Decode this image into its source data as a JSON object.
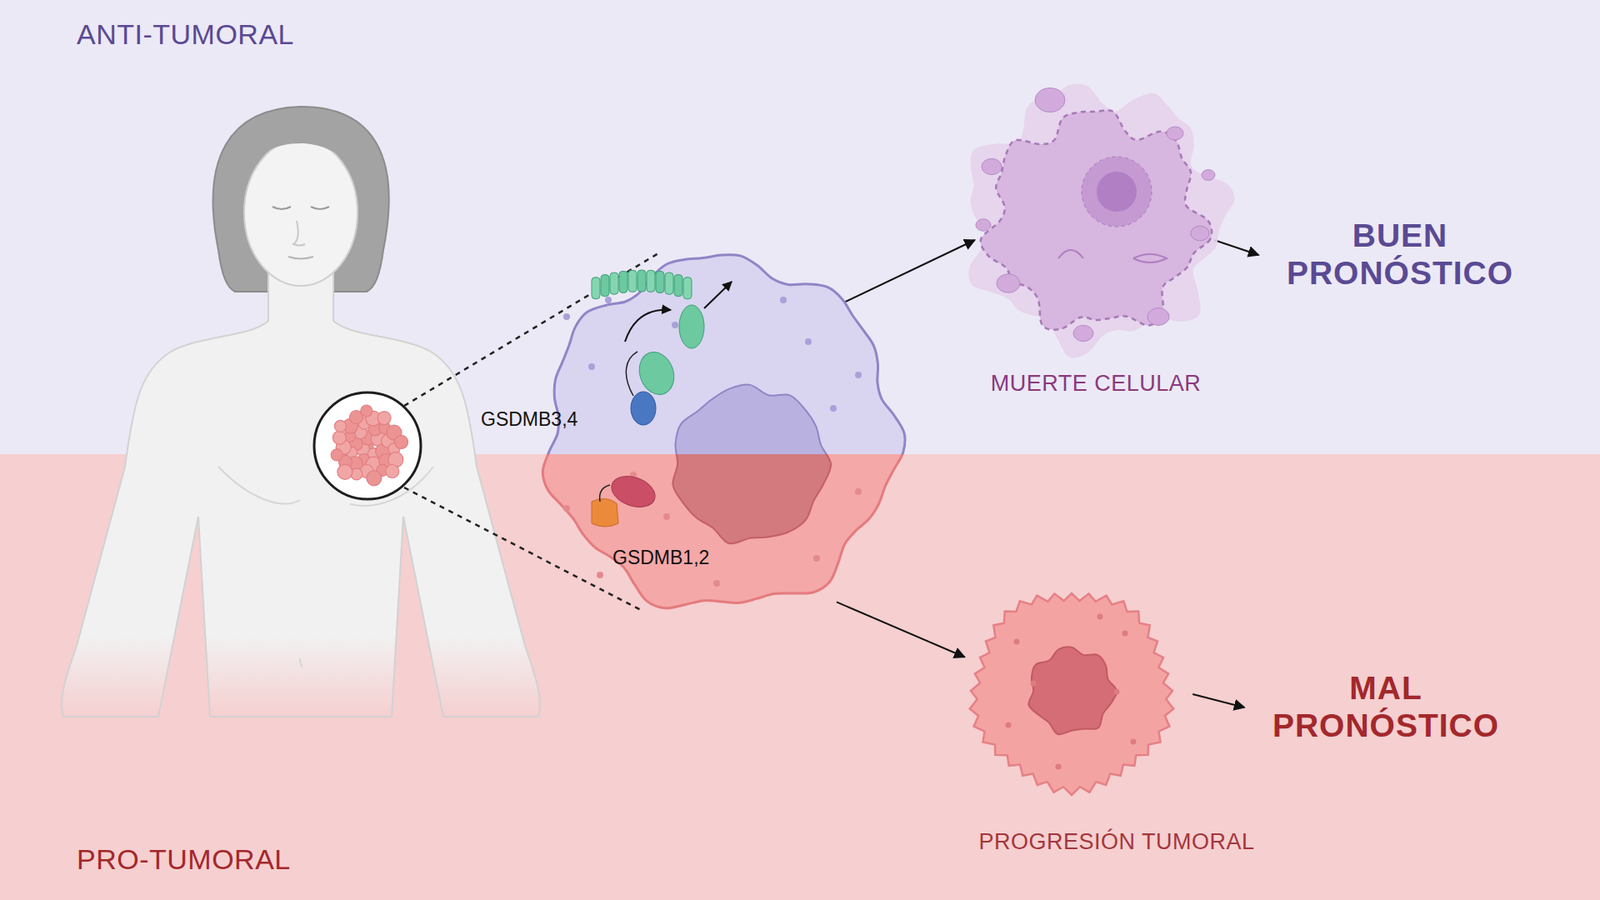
{
  "diagram": {
    "nodes": [
      {
        "text": [
          "GSDMB3,4",
          "GSDMB1,2"
        ]
      },
      {
        "text": [
          "MUERTE CELULAR"
        ]
      },
      {
        "text": [
          "BUEN PRONÓSTICO"
        ]
      },
      {
        "text": [
          "PROGRESIÓN TUMORAL"
        ]
      },
      {
        "text": [
          "MAL PRONÓSTICO"
        ]
      }
    ],
    "edges": [
      {
        "from": 0,
        "to": 1,
        "arrow": "to"
      },
      {
        "from": 1,
        "to": 2,
        "arrow": "to"
      },
      {
        "from": 0,
        "to": 3,
        "arrow": "to"
      },
      {
        "from": 3,
        "to": 4,
        "arrow": "to"
      }
    ],
    "labels": [
      "ANTI-TUMORAL",
      "PRO-TUMORAL"
    ]
  }
}
